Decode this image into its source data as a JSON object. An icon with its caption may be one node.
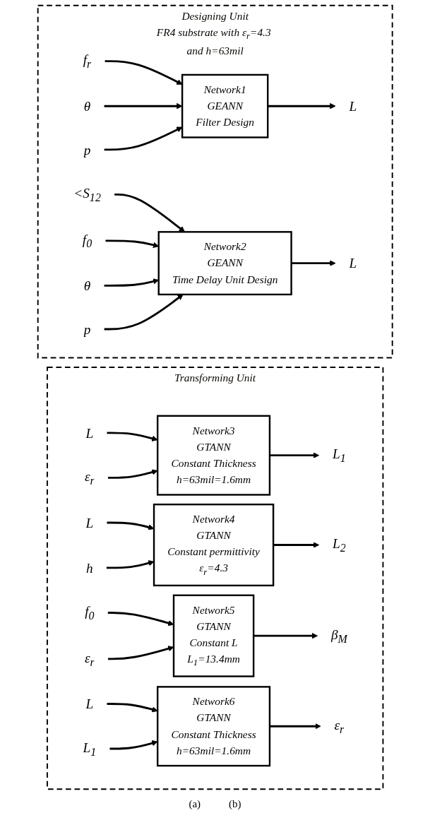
{
  "diagram": {
    "nodes": [
      {
        "text": [
          "Designing Unit",
          "FR4 substrate with ε$_{r}$=4.3 and h=63mil"
        ]
      },
      {
        "text": [
          "f$_{r}$"
        ],
        "in": 0
      },
      {
        "text": [
          "θ"
        ],
        "in": 0
      },
      {
        "text": [
          "p"
        ],
        "in": 0
      },
      {
        "text": [
          "Network1",
          "GEANN",
          "Filter Design"
        ],
        "in": 0
      },
      {
        "text": [
          "L"
        ],
        "in": 0
      },
      {
        "text": [
          "<S$_{12}$"
        ],
        "in": 0
      },
      {
        "text": [
          "f$_{0}$"
        ],
        "in": 0
      },
      {
        "text": [
          "θ"
        ],
        "in": 0
      },
      {
        "text": [
          "p"
        ],
        "in": 0
      },
      {
        "text": [
          "Network2",
          "GEANN",
          "Time Delay Unit Design"
        ],
        "in": 0
      },
      {
        "text": [
          "L"
        ],
        "in": 0
      },
      {
        "text": [
          "Transforming Unit"
        ]
      },
      {
        "text": [
          "L"
        ],
        "in": 12
      },
      {
        "text": [
          "ε$_{r}$"
        ],
        "in": 12
      },
      {
        "text": [
          "Network3",
          "GTANN",
          "Constant Thickness",
          "h=63mil=1.6mm"
        ],
        "in": 12
      },
      {
        "text": [
          "L$_{1}$"
        ],
        "in": 12
      },
      {
        "text": [
          "L"
        ],
        "in": 12
      },
      {
        "text": [
          "h"
        ],
        "in": 12
      },
      {
        "text": [
          "Network4",
          "GTANN",
          "Constant permittivity",
          "ε$_{r}$=4.3"
        ],
        "in": 12
      },
      {
        "text": [
          "L$_{2}$"
        ],
        "in": 12
      },
      {
        "text": [
          "f$_{0}$"
        ],
        "in": 12
      },
      {
        "text": [
          "ε$_{r}$"
        ],
        "in": 12
      },
      {
        "text": [
          "Network5",
          "GTANN",
          "Constant L",
          "L$_{1}$=13.4mm"
        ],
        "in": 12
      },
      {
        "text": [
          "β$_{M}$"
        ],
        "in": 12
      },
      {
        "text": [
          "L"
        ],
        "in": 12
      },
      {
        "text": [
          "L$_{1}$"
        ],
        "in": 12
      },
      {
        "text": [
          "Network6",
          "GTANN",
          "Constant Thickness",
          "h=63mil=1.6mm"
        ],
        "in": 12
      },
      {
        "text": [
          "ε$_{r}$"
        ],
        "in": 12
      }
    ],
    "edges": [
      {
        "from": 1,
        "to": 4,
        "arrow": "to"
      },
      {
        "from": 2,
        "to": 4,
        "arrow": "to"
      },
      {
        "from": 3,
        "to": 4,
        "arrow": "to"
      },
      {
        "from": 4,
        "to": 5,
        "arrow": "to"
      },
      {
        "from": 6,
        "to": 10,
        "arrow": "to"
      },
      {
        "from": 7,
        "to": 10,
        "arrow": "to"
      },
      {
        "from": 8,
        "to": 10,
        "arrow": "to"
      },
      {
        "from": 9,
        "to": 10,
        "arrow": "to"
      },
      {
        "from": 10,
        "to": 11,
        "arrow": "to"
      },
      {
        "from": 13,
        "to": 15,
        "arrow": "to"
      },
      {
        "from": 14,
        "to": 15,
        "arrow": "to"
      },
      {
        "from": 15,
        "to": 16,
        "arrow": "to"
      },
      {
        "from": 17,
        "to": 19,
        "arrow": "to"
      },
      {
        "from": 18,
        "to": 19,
        "arrow": "to"
      },
      {
        "from": 19,
        "to": 20,
        "arrow": "to"
      },
      {
        "from": 21,
        "to": 23,
        "arrow": "to"
      },
      {
        "from": 22,
        "to": 23,
        "arrow": "to"
      },
      {
        "from": 23,
        "to": 24,
        "arrow": "to"
      },
      {
        "from": 25,
        "to": 27,
        "arrow": "to"
      },
      {
        "from": 26,
        "to": 27,
        "arrow": "to"
      },
      {
        "from": 27,
        "to": 28,
        "arrow": "to"
      }
    ],
    "labels": [
      "(a)",
      "(b)"
    ]
  }
}
